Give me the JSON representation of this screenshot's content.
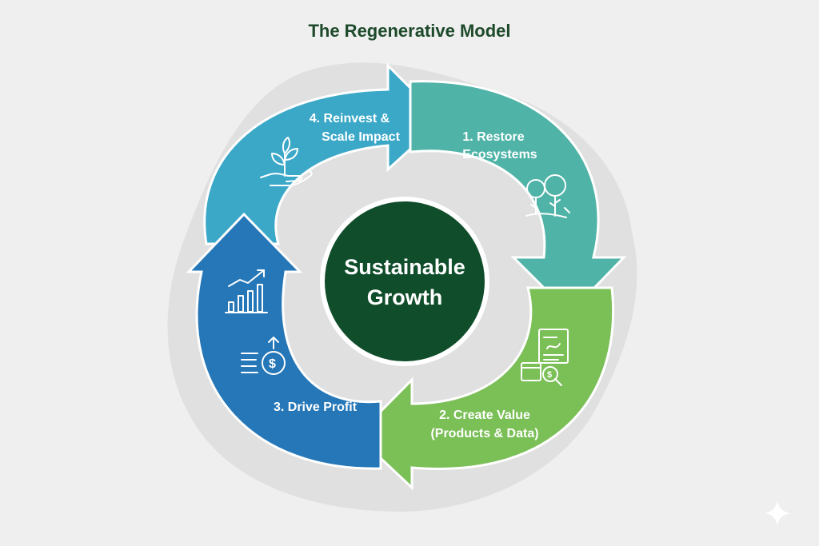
{
  "title": "The Regenerative Model",
  "center": {
    "line1": "Sustainable",
    "line2": "Growth",
    "color": "#0f4d2b"
  },
  "steps": [
    {
      "line1": "1. Restore",
      "line2": "Ecosystems",
      "icon": "trees-icon",
      "color": "#4fb3a7"
    },
    {
      "line1": "2. Create Value",
      "line2": "(Products & Data)",
      "icon": "value-documents-icon",
      "color": "#7bbf57"
    },
    {
      "line1": "3. Drive Profit",
      "line2": "",
      "icon": "dollar-coin-icon",
      "color": "#2577b8"
    },
    {
      "line1": "4. Reinvest &",
      "line2": "Scale Impact",
      "icon": "hand-sprout-icon",
      "color": "#3ba8c8"
    }
  ],
  "extra_icon": "growth-chart-icon",
  "corner_icon": "sparkle-icon"
}
